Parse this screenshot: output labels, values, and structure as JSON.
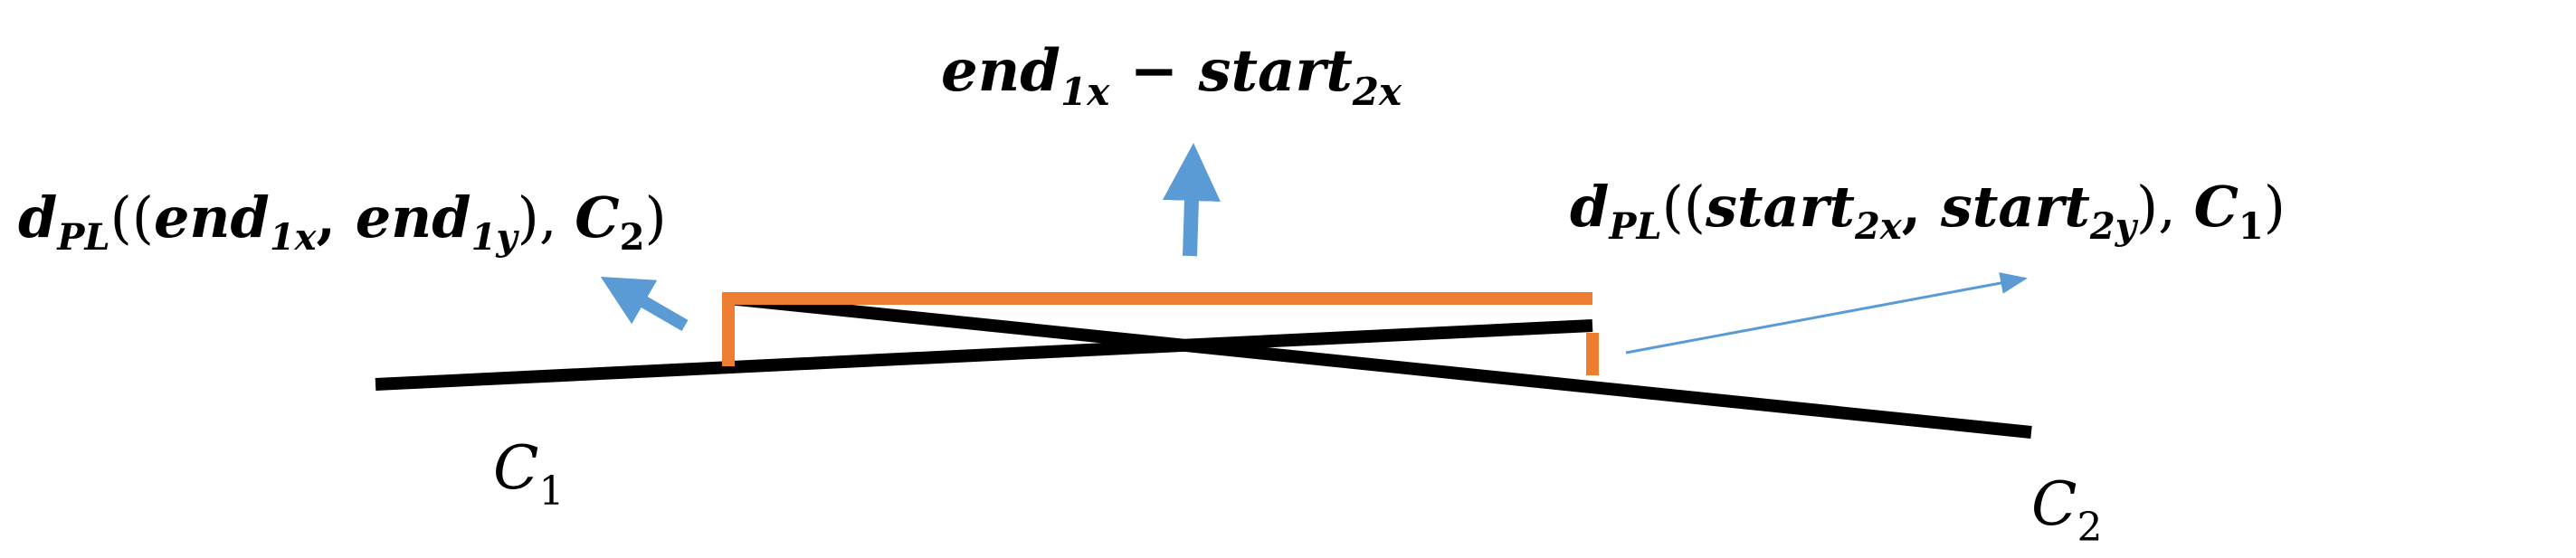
{
  "colors": {
    "line": "#000000",
    "bracket": "#ED7D31",
    "arrow": "#5B9BD5"
  },
  "labels": {
    "top_formula": {
      "a": "end",
      "a_sub": "1x",
      "op": " − ",
      "b": "start",
      "b_sub": "2x"
    },
    "left_formula": {
      "d": "d",
      "d_sub": "PL",
      "open": "((",
      "p1": "end",
      "p1_sub": "1x",
      "comma1": ", ",
      "p2": "end",
      "p2_sub": "1y",
      "close": "), ",
      "c": "C",
      "c_sub": "2",
      "end": ")"
    },
    "right_formula": {
      "d": "d",
      "d_sub": "PL",
      "open": "((",
      "p1": "start",
      "p1_sub": "2x",
      "comma1": ", ",
      "p2": "start",
      "p2_sub": "2y",
      "close": "), ",
      "c": "C",
      "c_sub": "1",
      "end": ")"
    },
    "c1": {
      "c": "C",
      "sub": "1"
    },
    "c2": {
      "c": "C",
      "sub": "2"
    }
  }
}
